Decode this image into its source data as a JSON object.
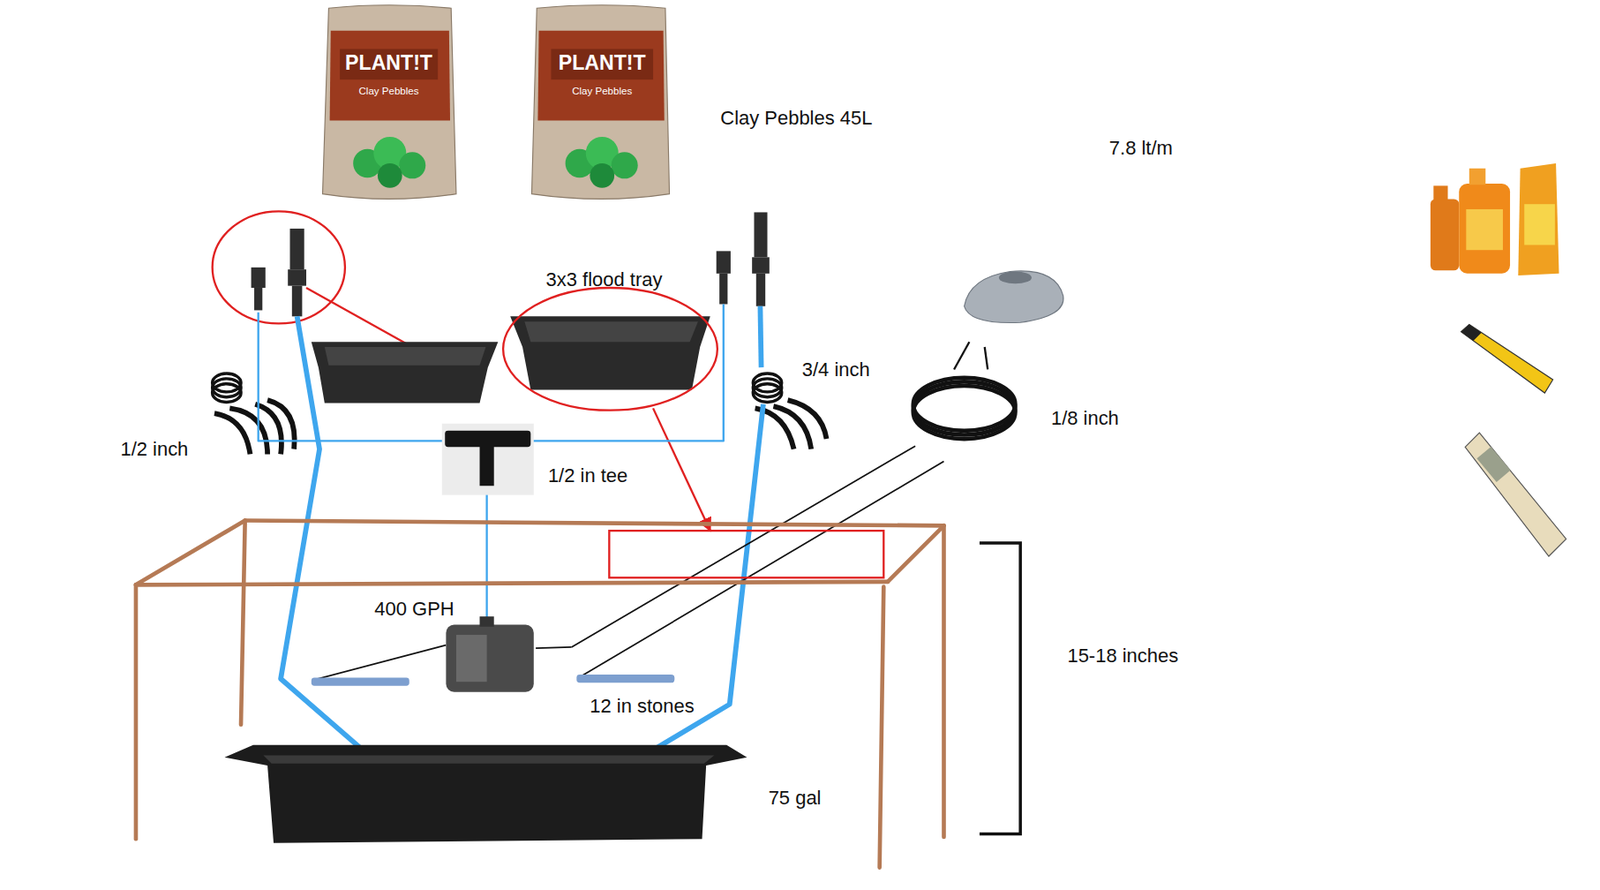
{
  "diagram": {
    "labels": [
      "PLANT!T",
      "Clay Pebbles",
      "PLANT!T",
      "Clay Pebbles",
      "Clay Pebbles 45L",
      "7.8 lt/m",
      "3x3 flood tray",
      "3/4 inch",
      "1/8 inch",
      "1/2 inch",
      "1/2 in tee",
      "400 GPH",
      "12 in stones",
      "15-18 inches",
      "75 gal"
    ]
  }
}
